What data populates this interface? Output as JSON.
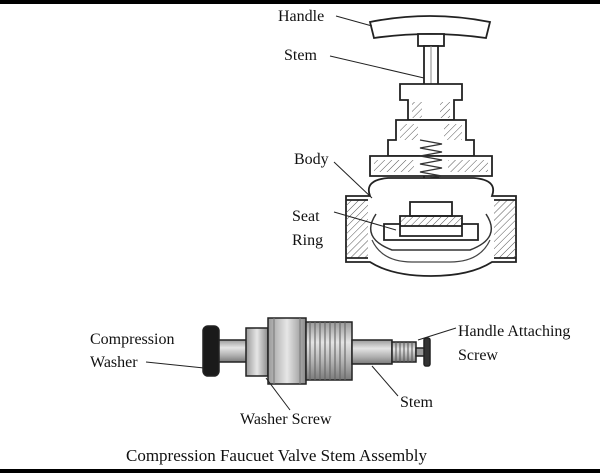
{
  "labels": {
    "handle": "Handle",
    "stem_top": "Stem",
    "body": "Body",
    "seat_line1": "Seat",
    "seat_line2": "Ring",
    "compression_line1": "Compression",
    "compression_line2": "Washer",
    "handle_screw_line1": "Handle Attaching",
    "handle_screw_line2": "Screw",
    "stem_bottom": "Stem",
    "washer_screw": "Washer Screw"
  },
  "caption": "Compression Faucuet Valve Stem Assembly",
  "colors": {
    "ink": "#222222",
    "metal_light": "#d6d6d6",
    "metal_mid": "#a9a9a9",
    "metal_dark": "#6e6e6e",
    "washer": "#1a1a1a"
  }
}
